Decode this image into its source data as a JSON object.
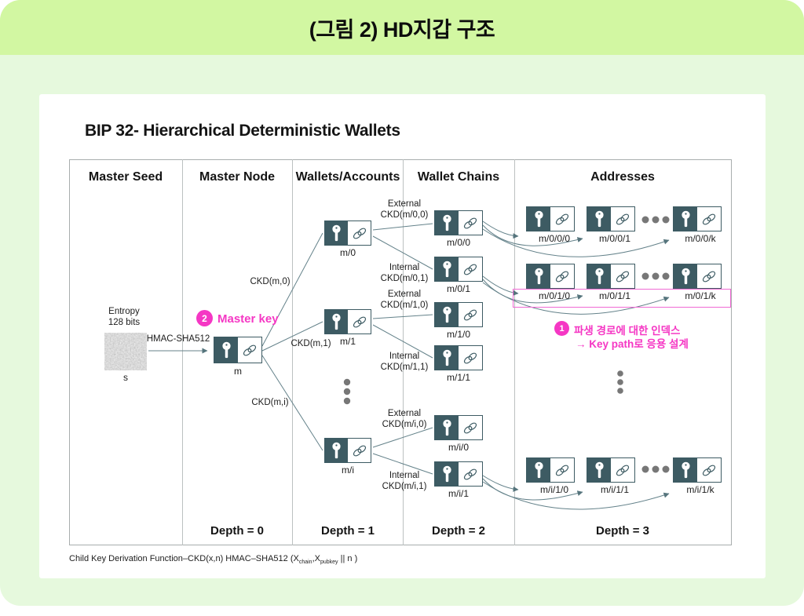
{
  "header": {
    "title": "(그림 2) HD지갑 구조"
  },
  "diagram": {
    "title": "BIP 32- Hierarchical Deterministic Wallets"
  },
  "columns": [
    "Master Seed",
    "Master Node",
    "Wallets/Accounts",
    "Wallet Chains",
    "Addresses"
  ],
  "depths": [
    "Depth = 0",
    "Depth = 1",
    "Depth = 2",
    "Depth = 3"
  ],
  "seed": {
    "entropy_line1": "Entropy",
    "entropy_line2": "128 bits",
    "seed_label": "s",
    "hmac_label": "HMAC-SHA512"
  },
  "master": {
    "badge": "2",
    "callout": "Master key",
    "node_label": "m"
  },
  "ckd": [
    "CKD(m,0)",
    "CKD(m,1)",
    "CKD(m,i)"
  ],
  "wallets": [
    "m/0",
    "m/1",
    "m/i"
  ],
  "chains": [
    {
      "type": "External",
      "fn": "CKD(m/0,0)",
      "label": "m/0/0"
    },
    {
      "type": "Internal",
      "fn": "CKD(m/0,1)",
      "label": "m/0/1"
    },
    {
      "type": "External",
      "fn": "CKD(m/1,0)",
      "label": "m/1/0"
    },
    {
      "type": "Internal",
      "fn": "CKD(m/1,1)",
      "label": "m/1/1"
    },
    {
      "type": "External",
      "fn": "CKD(m/i,0)",
      "label": "m/i/0"
    },
    {
      "type": "Internal",
      "fn": "CKD(m/i,1)",
      "label": "m/i/1"
    }
  ],
  "addresses": {
    "rows": [
      {
        "labels": [
          "m/0/0/0",
          "m/0/0/1",
          "m/0/0/k"
        ]
      },
      {
        "labels": [
          "m/0/1/0",
          "m/0/1/1",
          "m/0/1/k"
        ]
      },
      {
        "labels": [
          "m/i/1/0",
          "m/i/1/1",
          "m/i/1/k"
        ]
      }
    ]
  },
  "annotation": {
    "badge": "1",
    "line1": "파생 경로에 대한 인덱스",
    "line2": "→ Key path로 응용 설계"
  },
  "footer": {
    "prefix": "Child Key Derivation Function–CKD(x,n) HMAC–SHA512 (X",
    "sub1": "chain",
    "mid": ",X",
    "sub2": "pubkey",
    "suffix": " || n )"
  },
  "colors": {
    "header_green": "#d2f7a2",
    "page_green": "#e6f9dd",
    "node_teal": "#3d5b63",
    "magenta": "#f537c4",
    "highlight_pink": "#f06ad4",
    "connector": "#64828a"
  }
}
